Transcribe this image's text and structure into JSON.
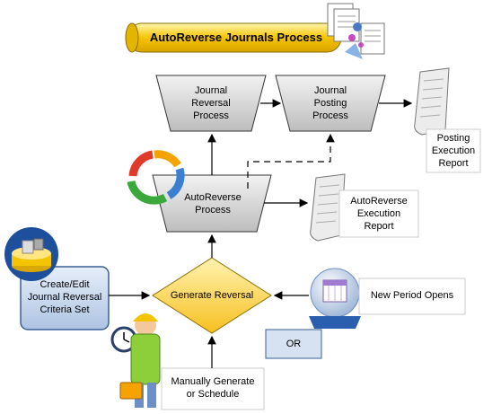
{
  "title": "AutoReverse Journals Process",
  "nodes": {
    "journal_reversal": "Journal\nReversal\nProcess",
    "journal_posting": "Journal\nPosting\nProcess",
    "posting_report": "Posting\nExecution\nReport",
    "autoreverse": "AutoReverse\nProcess",
    "autoreverse_report": "AutoReverse\nExecution\nReport",
    "criteria": "Create/Edit\nJournal Reversal\nCriteria Set",
    "generate": "Generate Reversal",
    "new_period": "New Period Opens",
    "or": "OR",
    "manual": "Manually Generate\nor Schedule"
  },
  "icons": {
    "process_cycle": "cycle-arrows-icon",
    "documents": "documents-gear-icon",
    "database": "database-icon",
    "globe": "snow-globe-calendar-icon",
    "worker": "worker-clock-icon"
  },
  "colors": {
    "title_fill": "#f5c400",
    "process_fill": "#d9d9d9",
    "diamond_fill": "#ffd84a",
    "criteria_fill": "#c9d9ee",
    "or_fill": "#d6e2f2",
    "line": "#000000"
  }
}
